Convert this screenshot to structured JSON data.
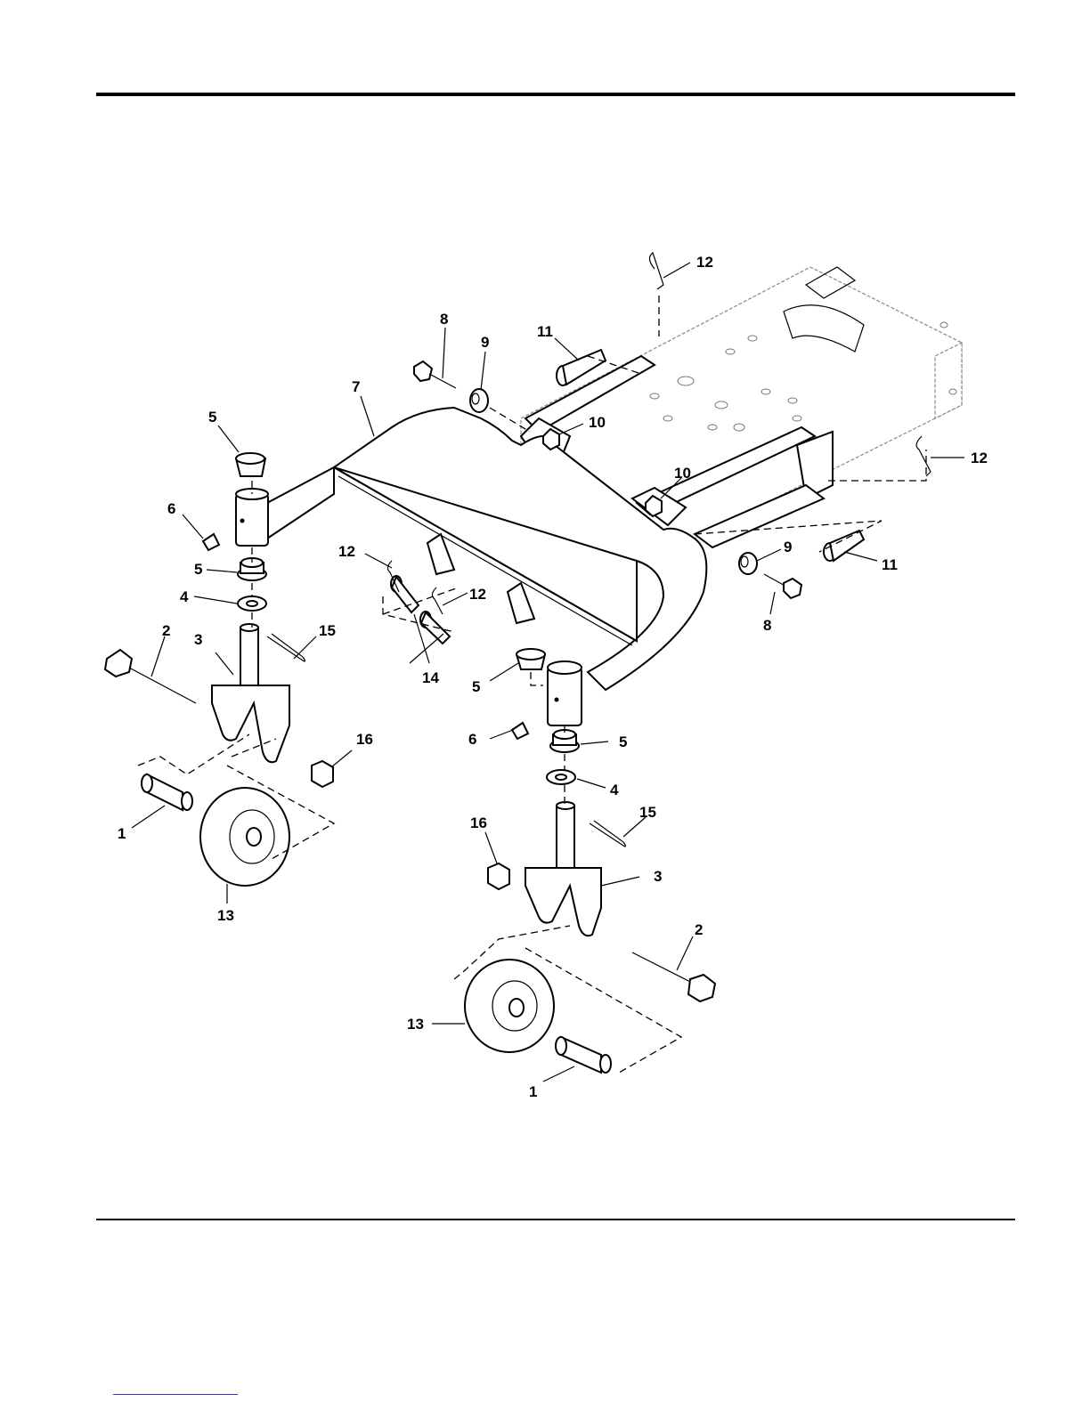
{
  "diagram": {
    "callouts": [
      {
        "text": "12"
      },
      {
        "text": "8"
      },
      {
        "text": "9"
      },
      {
        "text": "11"
      },
      {
        "text": "7"
      },
      {
        "text": "5"
      },
      {
        "text": "10"
      },
      {
        "text": "12"
      },
      {
        "text": "10"
      },
      {
        "text": "6"
      },
      {
        "text": "5"
      },
      {
        "text": "12"
      },
      {
        "text": "12"
      },
      {
        "text": "9"
      },
      {
        "text": "11"
      },
      {
        "text": "4"
      },
      {
        "text": "2"
      },
      {
        "text": "3"
      },
      {
        "text": "15"
      },
      {
        "text": "14"
      },
      {
        "text": "8"
      },
      {
        "text": "5"
      },
      {
        "text": "6"
      },
      {
        "text": "5"
      },
      {
        "text": "16"
      },
      {
        "text": "1"
      },
      {
        "text": "4"
      },
      {
        "text": "15"
      },
      {
        "text": "16"
      },
      {
        "text": "3"
      },
      {
        "text": "13"
      },
      {
        "text": "2"
      },
      {
        "text": "13"
      },
      {
        "text": "1"
      }
    ]
  }
}
